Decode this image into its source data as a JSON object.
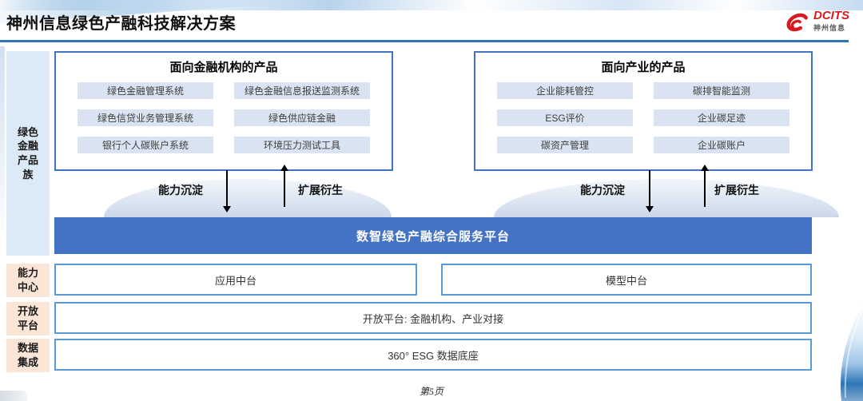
{
  "header": {
    "title": "神州信息绿色产融科技解决方案",
    "logo": {
      "brand": "DCITS",
      "brand_cn": "神州信息"
    }
  },
  "sidebar": {
    "product_family": "绿色金融产品族",
    "capability_center": "能力中心",
    "open_platform": "开放平台",
    "data_integration": "数据集成"
  },
  "products": {
    "financial": {
      "title": "面向金融机构的产品",
      "items": [
        "绿色金融管理系统",
        "绿色金融信息报送监测系统",
        "绿色信贷业务管理系统",
        "绿色供应链金融",
        "银行个人碳账户系统",
        "环境压力测试工具"
      ]
    },
    "industry": {
      "title": "面向产业的产品",
      "items": [
        "企业能耗管控",
        "碳排智能监测",
        "ESG评价",
        "企业碳足迹",
        "碳资产管理",
        "企业碳账户"
      ]
    }
  },
  "flows": {
    "left": {
      "down_label": "能力沉淀",
      "up_label": "扩展衍生"
    },
    "right": {
      "down_label": "能力沉淀",
      "up_label": "扩展衍生"
    }
  },
  "platform": {
    "title": "数智绿色产融综合服务平台"
  },
  "capability_row": {
    "app": "应用中台",
    "model": "模型中台"
  },
  "open_row": {
    "label": "开放平台: 金融机构、产业对接"
  },
  "data_row": {
    "label": "360° ESG 数据底座"
  },
  "footer": {
    "page": "第5页"
  },
  "colors": {
    "accent_blue": "#4472c4",
    "light_blue_border": "#5b9bd5",
    "header_rule": "#2e75b6",
    "pill_bg": "#dae3f1",
    "sidebar_blue_bg": "#dce9f6",
    "sidebar_peach_bg": "#fbe5d6",
    "logo_red": "#d71920"
  }
}
